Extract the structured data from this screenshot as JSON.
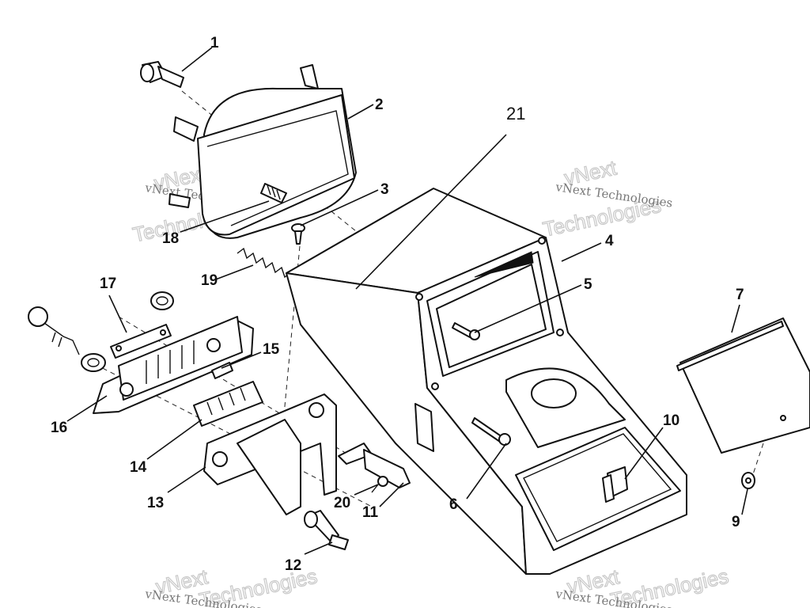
{
  "diagram": {
    "callouts": [
      "1",
      "2",
      "3",
      "4",
      "5",
      "6",
      "7",
      "9",
      "10",
      "11",
      "12",
      "13",
      "14",
      "15",
      "16",
      "17",
      "18",
      "19",
      "20",
      "21"
    ]
  },
  "watermark": {
    "line1": "vNext Technologies",
    "big_word_1": "vNext",
    "big_word_2": "Technologies"
  },
  "colors": {
    "ink": "#111111",
    "watermark": "#777777",
    "paper": "#ffffff"
  }
}
